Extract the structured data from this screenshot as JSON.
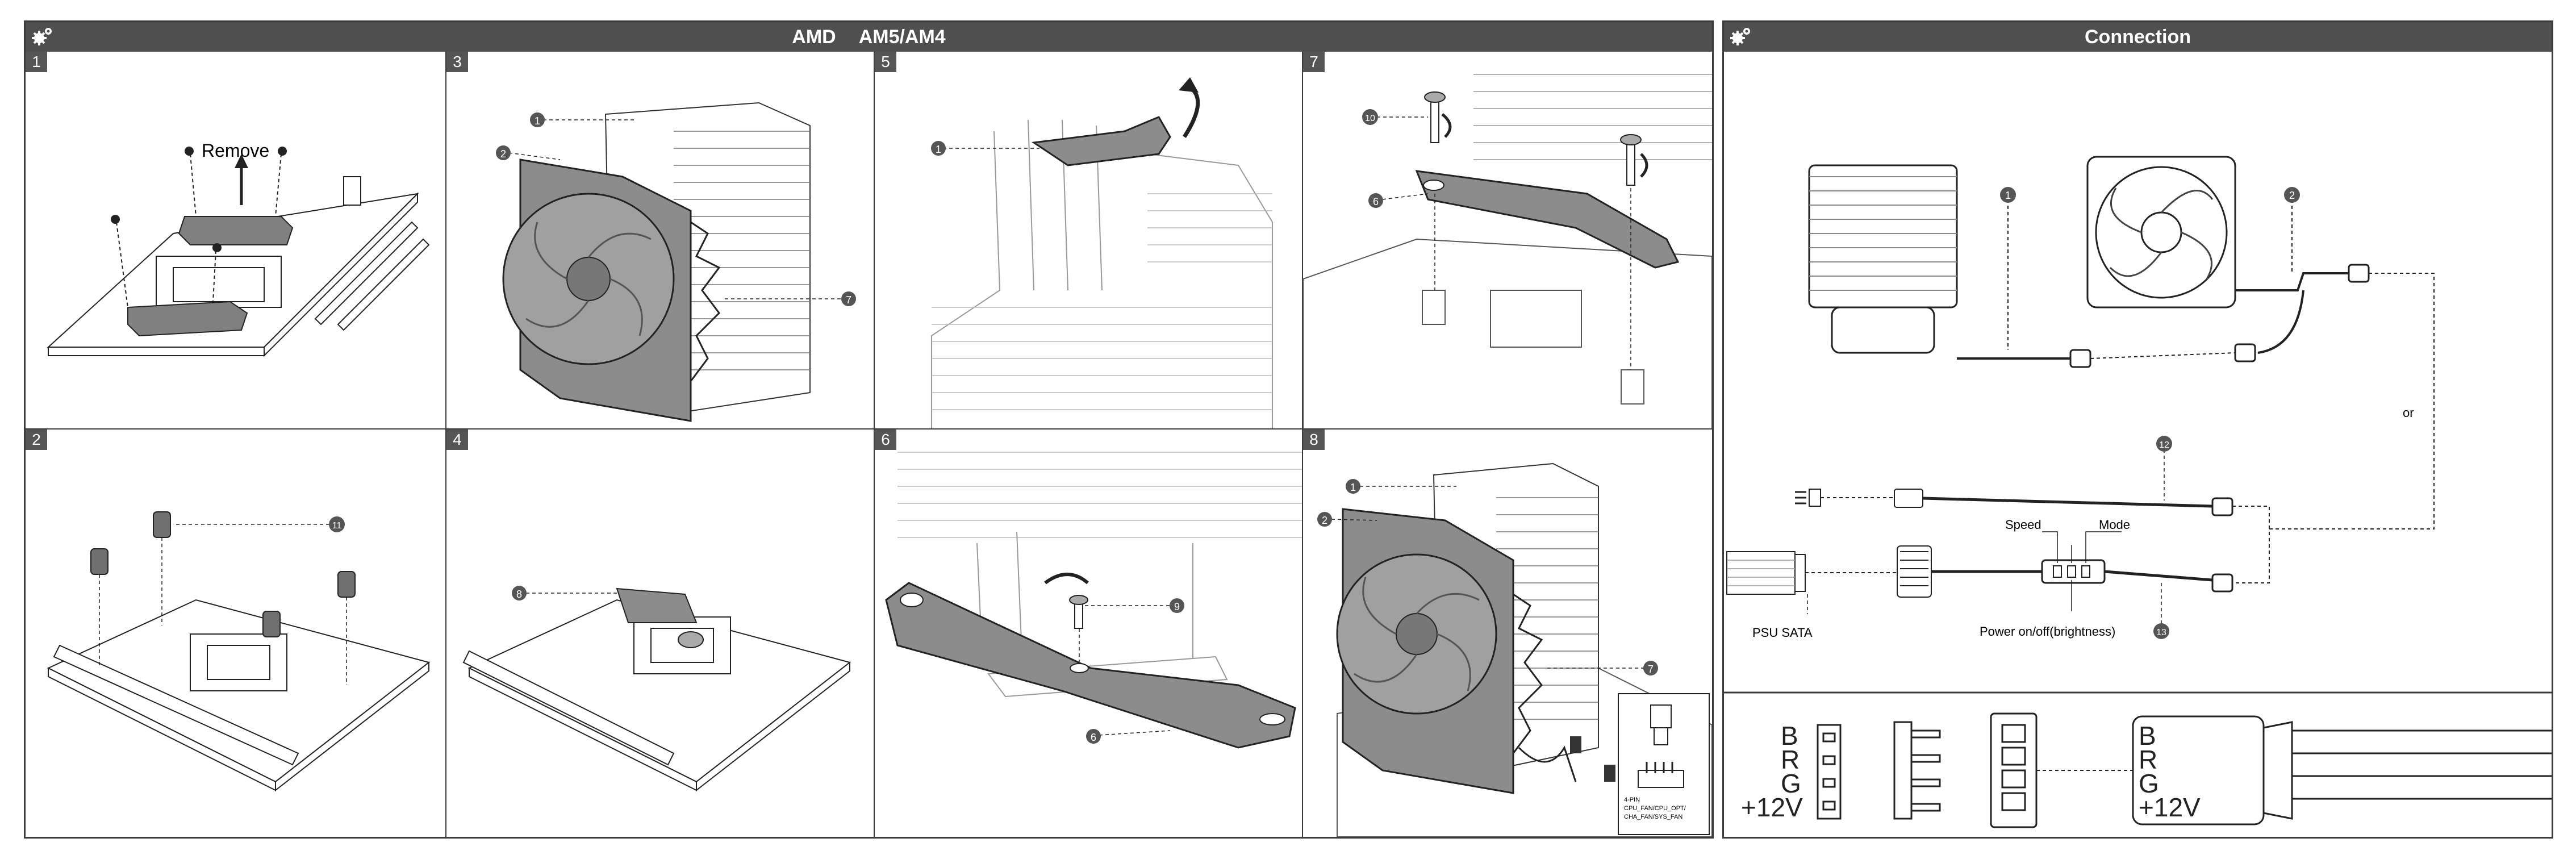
{
  "left_panel": {
    "title_a": "AMD",
    "title_b": "AM5/AM4"
  },
  "right_panel": {
    "title": "Connection"
  },
  "steps": [
    "1",
    "2",
    "3",
    "4",
    "5",
    "6",
    "7",
    "8"
  ],
  "callouts": {
    "c1": "1",
    "c2": "2",
    "c6": "6",
    "c7": "7",
    "c8": "8",
    "c9": "9",
    "c10": "10",
    "c11": "11",
    "c12": "12",
    "c13": "13"
  },
  "step1": {
    "remove": "Remove"
  },
  "inset8": {
    "pin": "4-PIN",
    "line1": "CPU_FAN/CPU_OPT/",
    "line2": "CHA_FAN/SYS_FAN"
  },
  "connection": {
    "or": "or",
    "speed": "Speed",
    "mode": "Mode",
    "psu": "PSU SATA",
    "power": "Power on/off(brightness)"
  },
  "pinout": {
    "b": "B",
    "r": "R",
    "g": "G",
    "v": "+12V"
  }
}
